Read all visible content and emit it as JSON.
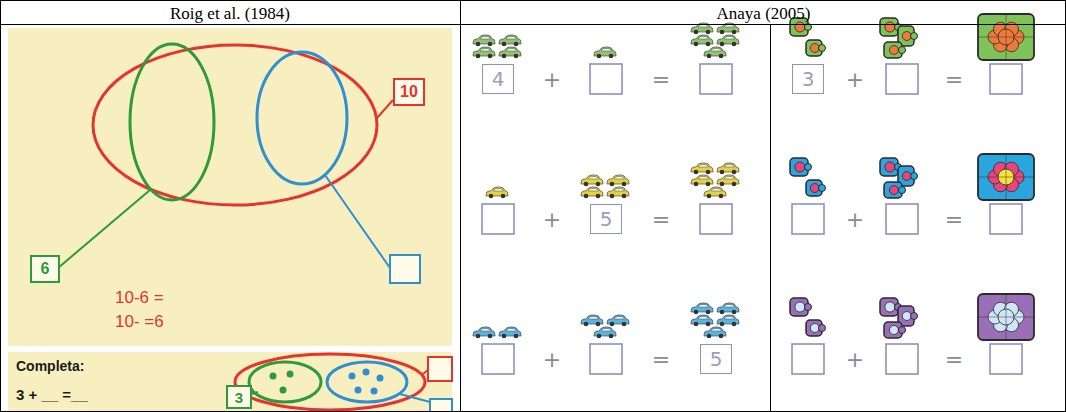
{
  "diagram": {
    "nodes": [
      {
        "text": [
          "Roig et al. (1984)"
        ]
      },
      {
        "text": [
          "Anaya (2005)"
        ]
      },
      {
        "text": [
          "10"
        ]
      },
      {
        "text": [
          "6"
        ]
      },
      {
        "text": [
          "3"
        ]
      },
      {
        "text": [
          "4"
        ]
      },
      {
        "text": [
          "5"
        ]
      },
      {
        "text": [
          "5"
        ]
      },
      {
        "text": [
          "3"
        ]
      }
    ],
    "labels": [
      "10-6 =",
      "10- =6",
      "Completa:",
      "3 + __ =__",
      "+",
      "=",
      "+",
      "=",
      "+",
      "=",
      "+",
      "=",
      "+",
      "=",
      "+",
      "="
    ]
  }
}
